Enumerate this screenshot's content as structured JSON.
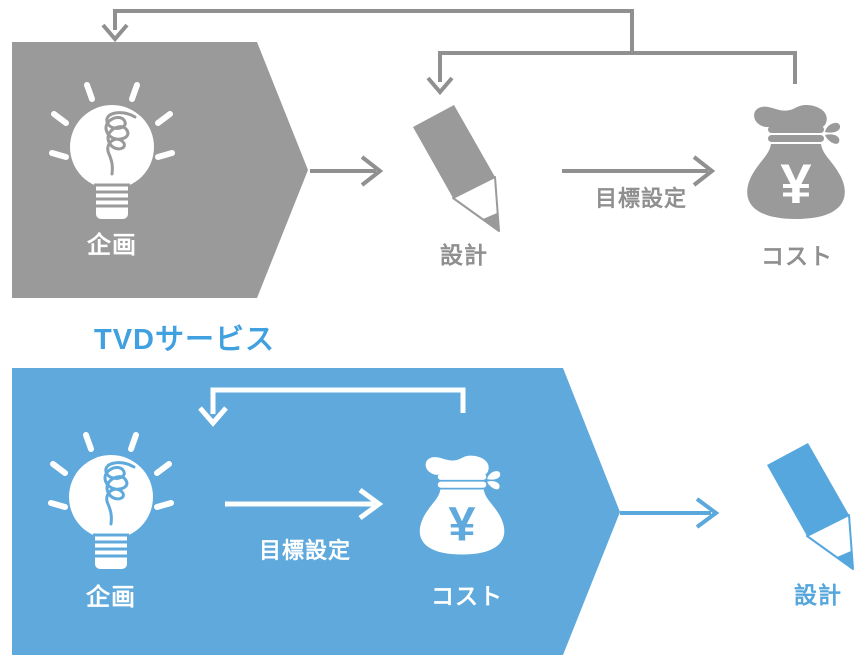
{
  "title": "TVDサービス",
  "currency_symbol": "¥",
  "top_flow": {
    "nodes": [
      {
        "id": "planning",
        "label": "企画",
        "icon": "lightbulb-icon"
      },
      {
        "id": "design",
        "label": "設計",
        "icon": "pencil-icon"
      },
      {
        "id": "cost",
        "label": "コスト",
        "icon": "money-bag-icon"
      }
    ],
    "edges": [
      {
        "from": "planning",
        "to": "design",
        "label": ""
      },
      {
        "from": "design",
        "to": "cost",
        "label": "目標設定"
      },
      {
        "from": "cost",
        "to": "design",
        "type": "feedback"
      },
      {
        "from": "cost",
        "to": "planning",
        "type": "feedback"
      }
    ]
  },
  "tvd_flow": {
    "title": "TVDサービス",
    "nodes": [
      {
        "id": "planning",
        "label": "企画",
        "icon": "lightbulb-icon"
      },
      {
        "id": "cost",
        "label": "コスト",
        "icon": "money-bag-icon"
      },
      {
        "id": "design",
        "label": "設計",
        "icon": "pencil-icon"
      }
    ],
    "edges": [
      {
        "from": "planning",
        "to": "cost",
        "label": "目標設定"
      },
      {
        "from": "cost",
        "to": "planning",
        "type": "feedback"
      },
      {
        "from": "cost",
        "to": "design",
        "label": ""
      }
    ]
  },
  "colors": {
    "shape_gray": "#9a9a9a",
    "line_gray": "#909090",
    "text_gray": "#8f8f8f",
    "shape_blue": "#5aa8dc",
    "title_blue": "#41a0df",
    "white": "#ffffff"
  }
}
